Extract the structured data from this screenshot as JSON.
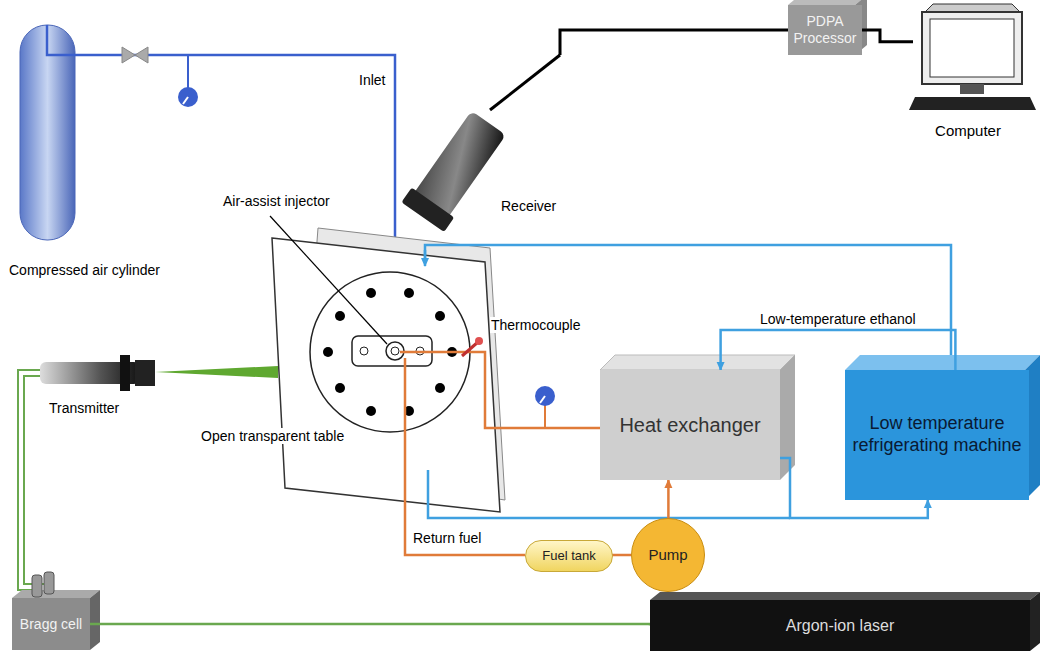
{
  "diagram": {
    "nodes": [
      {
        "text": [
          "PDPA Processor"
        ]
      },
      {
        "text": [
          "Computer"
        ]
      },
      {
        "text": [
          "Heat exchanger"
        ]
      },
      {
        "text": [
          "Low temperature refrigerating machine"
        ]
      },
      {
        "text": [
          "Fuel tank"
        ]
      },
      {
        "text": [
          "Pump"
        ]
      },
      {
        "text": [
          "Bragg cell"
        ]
      },
      {
        "text": [
          "Argon-ion laser"
        ]
      }
    ],
    "edges": [
      {
        "from": 0,
        "to": 1,
        "arrow": "none"
      },
      {
        "from": 3,
        "to": 2,
        "label": "Low-temperature ethanol",
        "arrow": "to"
      },
      {
        "from": 2,
        "to": 3,
        "arrow": "to"
      },
      {
        "from": 4,
        "to": 5,
        "arrow": "none"
      },
      {
        "from": 5,
        "to": 2,
        "arrow": "to"
      },
      {
        "from": 7,
        "to": 6,
        "arrow": "none"
      }
    ],
    "labels": [
      "Inlet",
      "Compressed air cylinder",
      "Receiver",
      "Air-assist injector",
      "Thermocouple",
      "Transmitter",
      "Open transparent table",
      "Return fuel"
    ]
  }
}
